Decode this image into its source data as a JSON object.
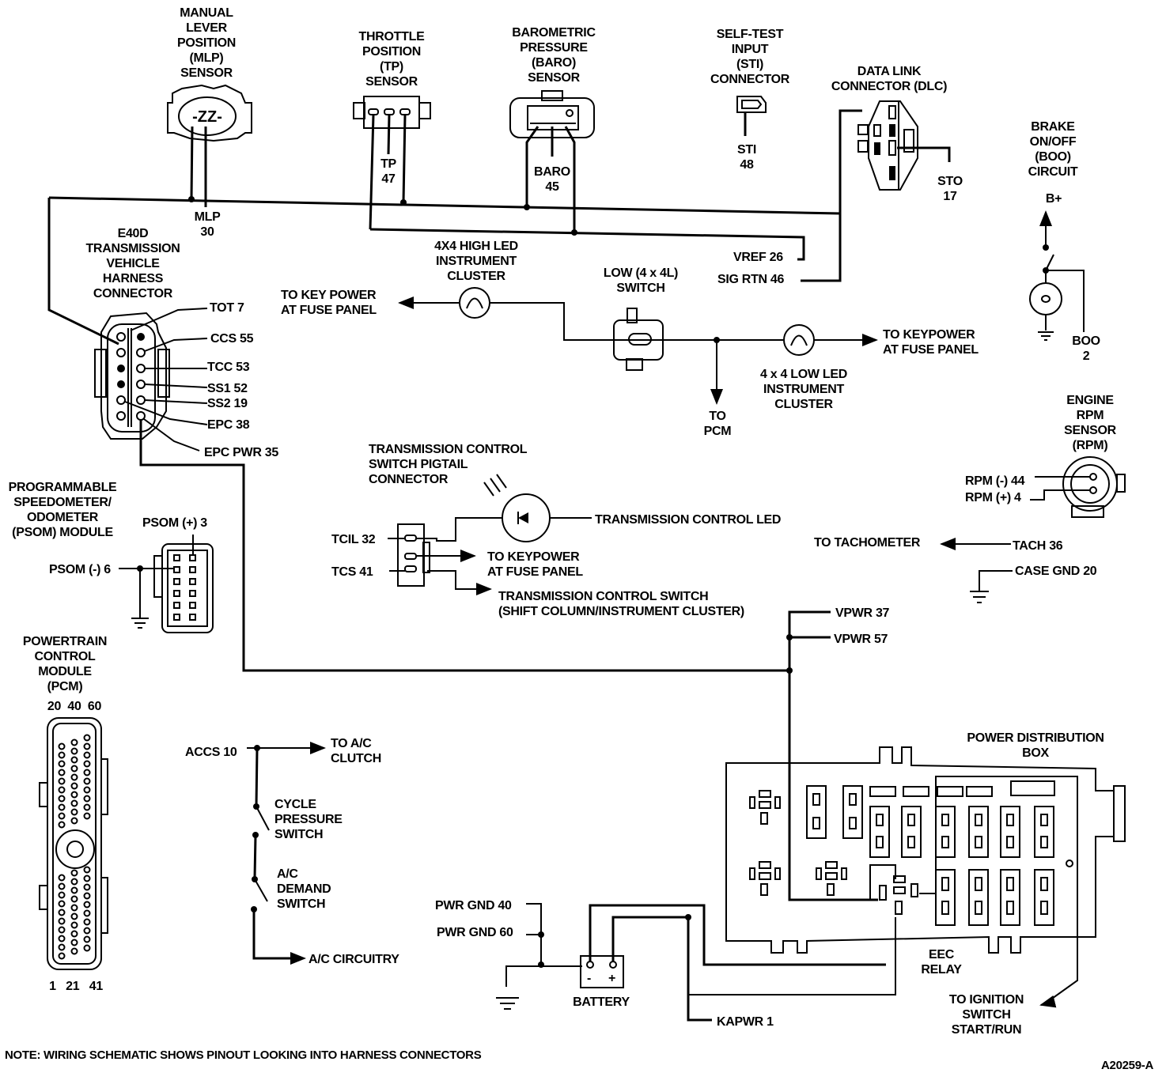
{
  "components": {
    "mlp": {
      "title": "MANUAL\nLEVER\nPOSITION\n(MLP)\nSENSOR",
      "pin": "MLP\n30"
    },
    "tp": {
      "title": "THROTTLE\nPOSITION\n(TP)\nSENSOR",
      "pin": "TP\n47"
    },
    "baro": {
      "title": "BAROMETRIC\nPRESSURE\n(BARO)\nSENSOR",
      "pin": "BARO\n45"
    },
    "sti": {
      "title": "SELF-TEST\nINPUT\n(STI)\nCONNECTOR",
      "pin": "STI\n48"
    },
    "dlc": {
      "title": "DATA LINK\nCONNECTOR (DLC)",
      "pin": "STO\n17"
    },
    "boo": {
      "title": "BRAKE\nON/OFF\n(BOO)\nCIRCUIT",
      "supply": "B+",
      "pin": "BOO\n2"
    },
    "vref": "VREF 26",
    "sigrtn": "SIG RTN 46",
    "e40d": {
      "title": "E40D\nTRANSMISSION\nVEHICLE\nHARNESS\nCONNECTOR",
      "pins": [
        "TOT 7",
        "CCS 55",
        "TCC 53",
        "SS1 52",
        "SS2 19",
        "EPC 38",
        "EPC PWR 35"
      ]
    },
    "led_high": {
      "title": "4X4 HIGH LED\nINSTRUMENT\nCLUSTER",
      "dest": "TO KEY POWER\nAT FUSE PANEL"
    },
    "low_switch": {
      "title": "LOW (4 x 4L)\nSWITCH",
      "dest": "TO\nPCM"
    },
    "led_low": {
      "title": "4 x 4 LOW LED\nINSTRUMENT\nCLUSTER",
      "dest": "TO KEYPOWER\nAT FUSE PANEL"
    },
    "rpm": {
      "title": "ENGINE\nRPM\nSENSOR\n(RPM)",
      "pins": [
        "RPM (-) 44",
        "RPM (+) 4"
      ]
    },
    "tach": {
      "dest": "TO TACHOMETER",
      "pin": "TACH 36"
    },
    "case_gnd": "CASE GND 20",
    "psom": {
      "title": "PROGRAMMABLE\nSPEEDOMETER/\nODOMETER\n(PSOM) MODULE",
      "pins": [
        "PSOM (+) 3",
        "PSOM (-) 6"
      ]
    },
    "tcs_pigtail": {
      "title": "TRANSMISSION CONTROL\nSWITCH PIGTAIL\nCONNECTOR",
      "pins": [
        "TCIL 32",
        "TCS 41"
      ],
      "led": "TRANSMISSION CONTROL LED",
      "keypower": "TO KEYPOWER\nAT FUSE PANEL",
      "switch": "TRANSMISSION CONTROL SWITCH\n(SHIFT COLUMN/INSTRUMENT CLUSTER)"
    },
    "vpwr": [
      "VPWR 37",
      "VPWR 57"
    ],
    "pcm": {
      "title": "POWERTRAIN\nCONTROL\nMODULE\n(PCM)",
      "top_pins": "20  40  60",
      "bottom_pins": "1   21   41"
    },
    "ac": {
      "pin": "ACCS 10",
      "clutch": "TO A/C\nCLUTCH",
      "cycle": "CYCLE\nPRESSURE\nSWITCH",
      "demand": "A/C\nDEMAND\nSWITCH",
      "circuitry": "A/C CIRCUITRY"
    },
    "pwr_gnd": [
      "PWR GND 40",
      "PWR GND 60"
    ],
    "battery": {
      "title": "BATTERY",
      "neg": "-",
      "pos": "+"
    },
    "kapwr": "KAPWR 1",
    "pdb": {
      "title": "POWER DISTRIBUTION\nBOX",
      "relay": "EEC\nRELAY",
      "ignition": "TO IGNITION\nSWITCH\nSTART/RUN"
    }
  },
  "note": "NOTE: WIRING SCHEMATIC SHOWS PINOUT LOOKING INTO HARNESS CONNECTORS",
  "figure_id": "A20259-A"
}
